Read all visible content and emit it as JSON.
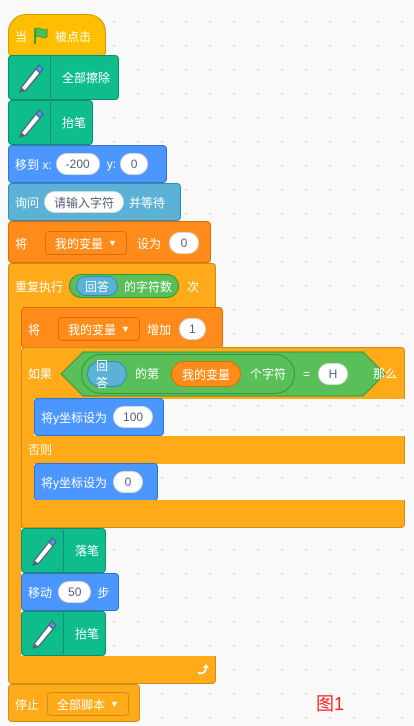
{
  "hat": {
    "when": "当",
    "clicked": "被点击"
  },
  "clear": {
    "label": "全部擦除"
  },
  "pen_up_1": {
    "label": "抬笔"
  },
  "goto": {
    "label": "移到 x:",
    "x": "-200",
    "ylabel": "y:",
    "y": "0"
  },
  "ask": {
    "label": "询问",
    "prompt": "请输入字符",
    "wait": "并等待"
  },
  "set_var": {
    "label": "将",
    "var": "我的变量",
    "to": "设为",
    "value": "0"
  },
  "repeat": {
    "label": "重复执行",
    "answer": "回答",
    "length_of": "的字符数",
    "times": "次"
  },
  "change_var": {
    "label": "将",
    "var": "我的变量",
    "by": "增加",
    "value": "1"
  },
  "if_else": {
    "if": "如果",
    "answer": "回答",
    "of": "的第",
    "var": "我的变量",
    "char": "个字符",
    "eq": "=",
    "compare": "H",
    "then": "那么",
    "else": "否则"
  },
  "set_y_1": {
    "label": "将y坐标设为",
    "value": "100"
  },
  "set_y_2": {
    "label": "将y坐标设为",
    "value": "0"
  },
  "pen_down": {
    "label": "落笔"
  },
  "move": {
    "label": "移动",
    "steps": "50",
    "unit": "步"
  },
  "pen_up_2": {
    "label": "抬笔"
  },
  "stop": {
    "label": "停止",
    "option": "全部脚本"
  },
  "caption": "图1",
  "colors": {
    "event": "#ffbf00",
    "pen": "#0fbd8c",
    "motion": "#4c97ff",
    "sensing": "#5cb1d6",
    "variables": "#ff8c1a",
    "control": "#ffab19",
    "operators": "#59c059",
    "caption": "#ff2020"
  },
  "icons": {
    "flag": "green-flag-icon",
    "pen": "pen-icon",
    "loop_arrow": "loop-arrow-icon"
  }
}
